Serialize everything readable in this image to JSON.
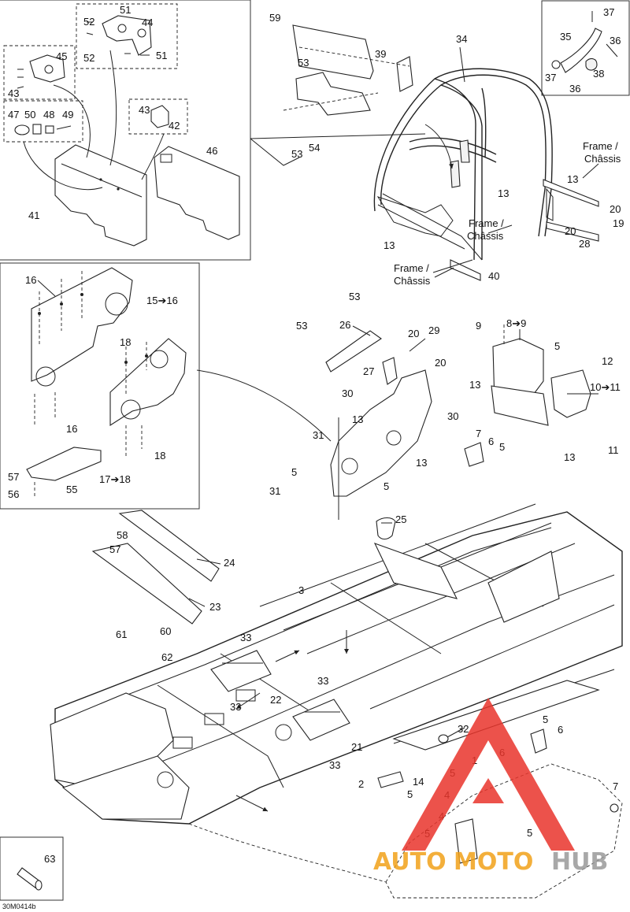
{
  "drawing_code": "30M0414b",
  "frame_notes": [
    {
      "line1": "Frame /",
      "line2": "Châssis"
    },
    {
      "line1": "Frame /",
      "line2": "Châssis"
    },
    {
      "line1": "Frame /",
      "line2": "Châssis"
    }
  ],
  "callouts": {
    "c1": "1",
    "c2": "2",
    "c3": "3",
    "c4a": "4",
    "c4b": "4",
    "c5a": "5",
    "c5b": "5",
    "c5c": "5",
    "c5d": "5",
    "c5e": "5",
    "c5f": "5",
    "c5g": "5",
    "c5h": "5",
    "c6a": "6",
    "c6b": "6",
    "c6c": "6",
    "c7a": "7",
    "c7b": "7",
    "c8to9": "8➔9",
    "c9": "9",
    "c10to11": "10➔11",
    "c11": "11",
    "c12": "12",
    "c13a": "13",
    "c13b": "13",
    "c13c": "13",
    "c13d": "13",
    "c13e": "13",
    "c13f": "13",
    "c13g": "13",
    "c14": "14",
    "c15to16": "15➔16",
    "c16a": "16",
    "c16b": "16",
    "c17to18": "17➔18",
    "c18a": "18",
    "c18b": "18",
    "c19": "19",
    "c20a": "20",
    "c20b": "20",
    "c20c": "20",
    "c20d": "20",
    "c21": "21",
    "c22": "22",
    "c23": "23",
    "c24": "24",
    "c25": "25",
    "c26": "26",
    "c27": "27",
    "c28": "28",
    "c29": "29",
    "c30a": "30",
    "c30b": "30",
    "c31a": "31",
    "c31b": "31",
    "c32": "32",
    "c33a": "33",
    "c33b": "33",
    "c33c": "33",
    "c33d": "33",
    "c34": "34",
    "c35": "35",
    "c36a": "36",
    "c36b": "36",
    "c37a": "37",
    "c37b": "37",
    "c38": "38",
    "c39": "39",
    "c40": "40",
    "c41": "41",
    "c42": "42",
    "c43a": "43",
    "c43b": "43",
    "c44": "44",
    "c45": "45",
    "c46": "46",
    "c47": "47",
    "c48": "48",
    "c49": "49",
    "c50": "50",
    "c51a": "51",
    "c51b": "51",
    "c52a": "52",
    "c52b": "52",
    "c53a": "53",
    "c53b": "53",
    "c53c": "53",
    "c53d": "53",
    "c54": "54",
    "c55": "55",
    "c56": "56",
    "c57a": "57",
    "c57b": "57",
    "c58": "58",
    "c59": "59",
    "c60": "60",
    "c61": "61",
    "c62": "62",
    "c63": "63"
  },
  "watermark": {
    "part1": "AUTO",
    "part2": "MOTO",
    "part3": "HUB"
  }
}
